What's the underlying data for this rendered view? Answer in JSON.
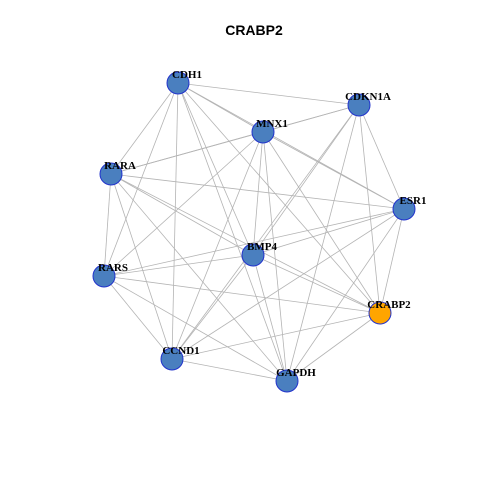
{
  "title": "CRABP2",
  "colors": {
    "node_default": "#4a7fbf",
    "node_highlight": "#ffa500",
    "node_border": "#2233cc",
    "edge": "#b4b4b4",
    "background": "#ffffff"
  },
  "nodes": [
    {
      "id": "CDH1",
      "label": "CDH1",
      "highlight": false
    },
    {
      "id": "CDKN1A",
      "label": "CDKN1A",
      "highlight": false
    },
    {
      "id": "MNX1",
      "label": "MNX1",
      "highlight": false
    },
    {
      "id": "RARA",
      "label": "RARA",
      "highlight": false
    },
    {
      "id": "ESR1",
      "label": "ESR1",
      "highlight": false
    },
    {
      "id": "BMP4",
      "label": "BMP4",
      "highlight": false
    },
    {
      "id": "RARS",
      "label": "RARS",
      "highlight": false
    },
    {
      "id": "CRABP2",
      "label": "CRABP2",
      "highlight": true
    },
    {
      "id": "CCND1",
      "label": "CCND1",
      "highlight": false
    },
    {
      "id": "GAPDH",
      "label": "GAPDH",
      "highlight": false
    }
  ],
  "edges": [
    [
      "CDH1",
      "CDKN1A"
    ],
    [
      "CDH1",
      "MNX1"
    ],
    [
      "CDH1",
      "RARA"
    ],
    [
      "CDH1",
      "ESR1"
    ],
    [
      "CDH1",
      "BMP4"
    ],
    [
      "CDH1",
      "RARS"
    ],
    [
      "CDH1",
      "CRABP2"
    ],
    [
      "CDH1",
      "CCND1"
    ],
    [
      "CDH1",
      "GAPDH"
    ],
    [
      "CDKN1A",
      "MNX1"
    ],
    [
      "CDKN1A",
      "RARA"
    ],
    [
      "CDKN1A",
      "ESR1"
    ],
    [
      "CDKN1A",
      "BMP4"
    ],
    [
      "CDKN1A",
      "CRABP2"
    ],
    [
      "CDKN1A",
      "CCND1"
    ],
    [
      "CDKN1A",
      "GAPDH"
    ],
    [
      "MNX1",
      "RARA"
    ],
    [
      "MNX1",
      "ESR1"
    ],
    [
      "MNX1",
      "BMP4"
    ],
    [
      "MNX1",
      "RARS"
    ],
    [
      "MNX1",
      "CRABP2"
    ],
    [
      "MNX1",
      "CCND1"
    ],
    [
      "MNX1",
      "GAPDH"
    ],
    [
      "RARA",
      "ESR1"
    ],
    [
      "RARA",
      "BMP4"
    ],
    [
      "RARA",
      "RARS"
    ],
    [
      "RARA",
      "CRABP2"
    ],
    [
      "RARA",
      "CCND1"
    ],
    [
      "RARA",
      "GAPDH"
    ],
    [
      "ESR1",
      "BMP4"
    ],
    [
      "ESR1",
      "RARS"
    ],
    [
      "ESR1",
      "CRABP2"
    ],
    [
      "ESR1",
      "CCND1"
    ],
    [
      "ESR1",
      "GAPDH"
    ],
    [
      "BMP4",
      "RARS"
    ],
    [
      "BMP4",
      "CRABP2"
    ],
    [
      "BMP4",
      "CCND1"
    ],
    [
      "BMP4",
      "GAPDH"
    ],
    [
      "RARS",
      "CRABP2"
    ],
    [
      "RARS",
      "CCND1"
    ],
    [
      "RARS",
      "GAPDH"
    ],
    [
      "CRABP2",
      "CCND1"
    ],
    [
      "CRABP2",
      "GAPDH"
    ],
    [
      "CCND1",
      "GAPDH"
    ]
  ]
}
